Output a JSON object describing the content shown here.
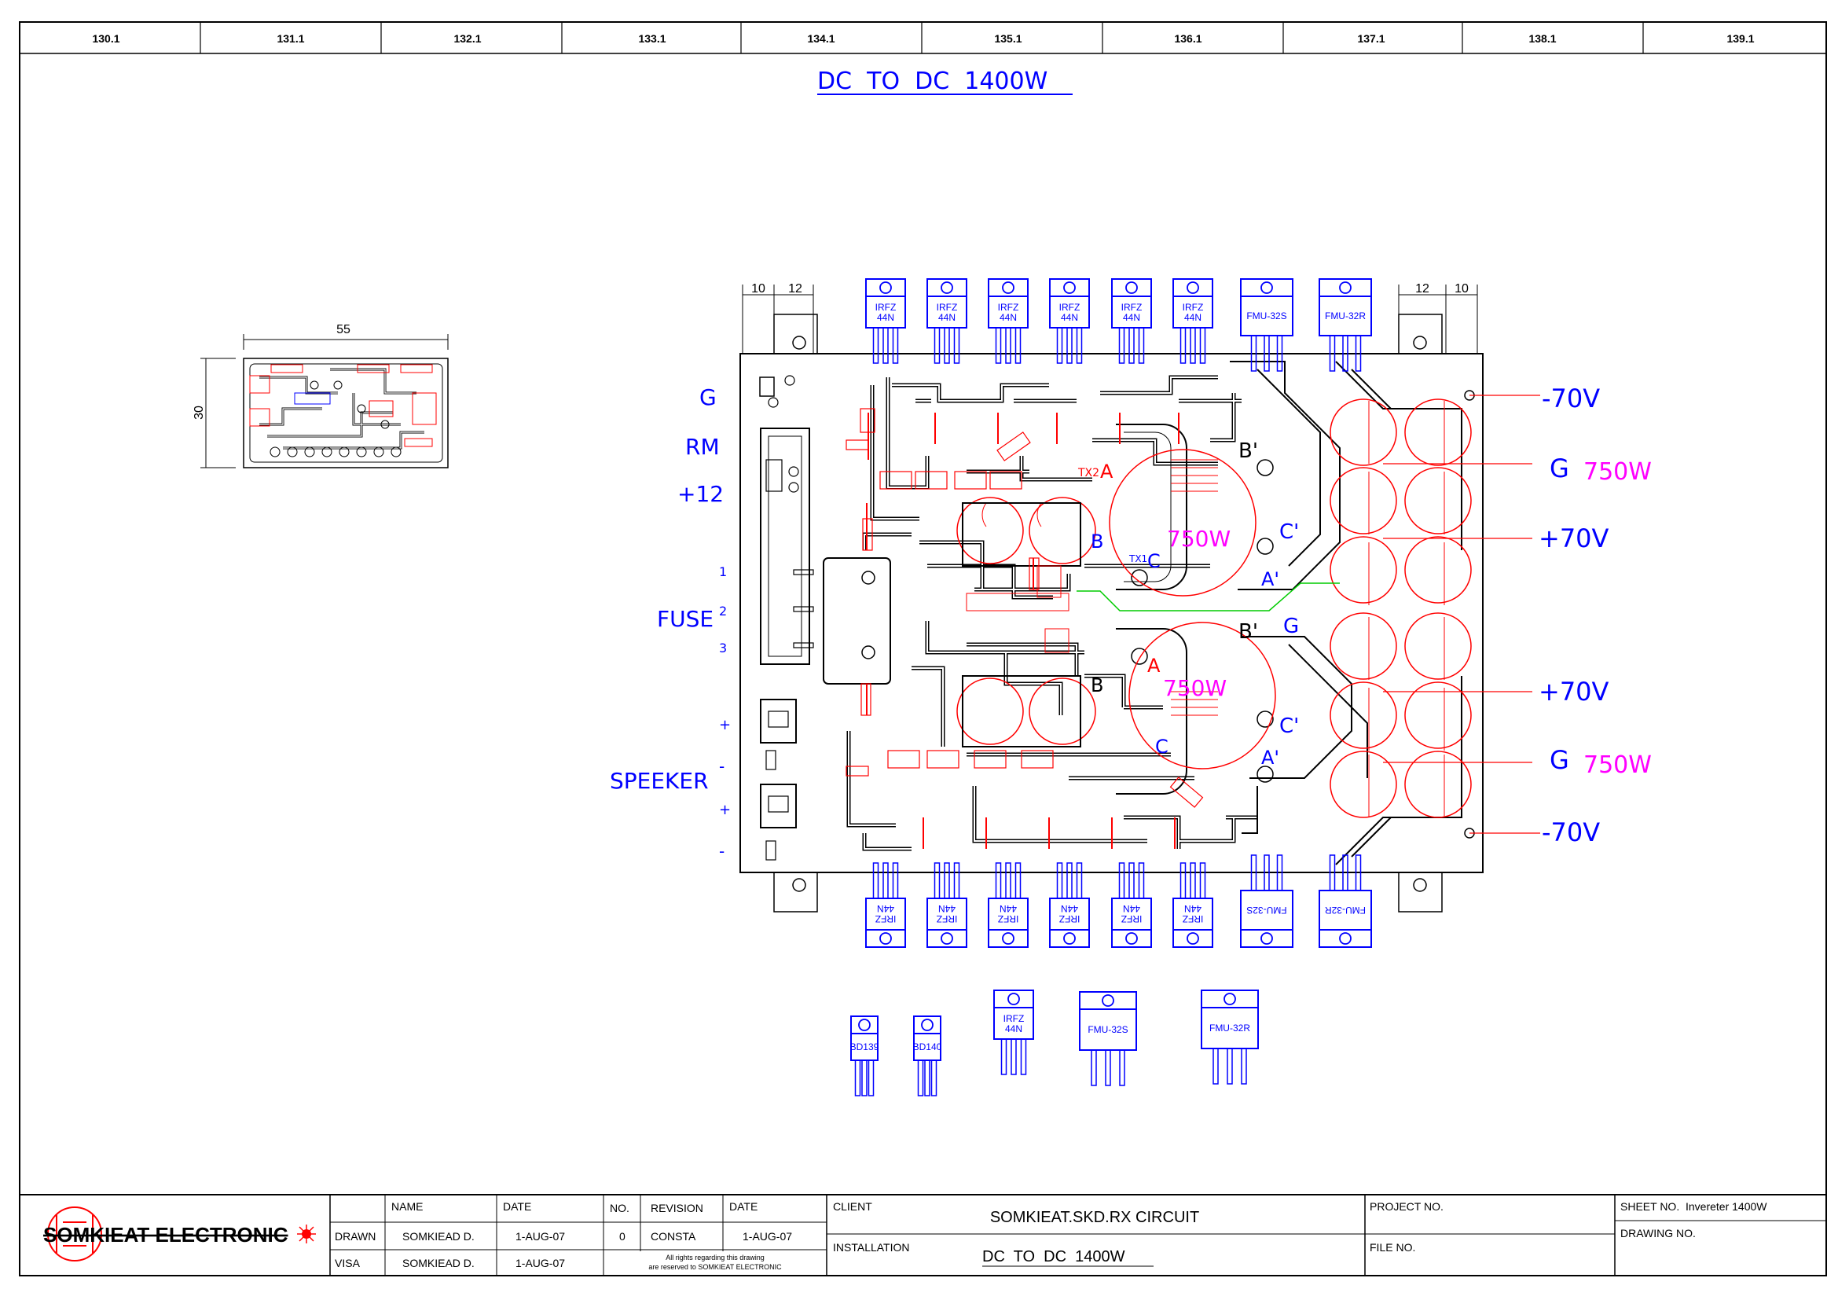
{
  "grid": {
    "columns": [
      "130.1",
      "131.1",
      "132.1",
      "133.1",
      "134.1",
      "135.1",
      "136.1",
      "137.1",
      "138.1",
      "139.1"
    ]
  },
  "drawing": {
    "title": "DC  TO  DC  1400W",
    "small_board": {
      "width_dim": "55",
      "height_dim": "30"
    },
    "main_board": {
      "dim_left": [
        "10",
        "12"
      ],
      "dim_right": [
        "12",
        "10"
      ]
    },
    "left_labels": {
      "g": "G",
      "rm": "RM",
      "plus12": "+12",
      "fuse": "FUSE",
      "fuse_pins": [
        "1",
        "2",
        "3"
      ],
      "speaker": "SPEEKER",
      "speaker_pins": [
        "+",
        "-",
        "+",
        "-"
      ]
    },
    "right_labels": [
      {
        "text": "-70V"
      },
      {
        "text": "G",
        "power": "750W"
      },
      {
        "text": "+70V"
      },
      {
        "text": "+70V"
      },
      {
        "text": "G",
        "power": "750W"
      },
      {
        "text": "-70V"
      }
    ],
    "transformer_labels": {
      "power": "750W",
      "a": "A",
      "b": "B",
      "c": "C",
      "b_prime": "B'",
      "c_prime": "C'",
      "a_prime": "A'",
      "tx_top": "TX2",
      "tx_mid": "TX1",
      "g": "G"
    },
    "top_components": [
      {
        "name": "IRFZ 44N"
      },
      {
        "name": "IRFZ 44N"
      },
      {
        "name": "IRFZ 44N"
      },
      {
        "name": "IRFZ 44N"
      },
      {
        "name": "IRFZ 44N"
      },
      {
        "name": "IRFZ 44N"
      },
      {
        "name": "FMU-32S"
      },
      {
        "name": "FMU-32R"
      }
    ],
    "bottom_components": [
      {
        "name": "IRFZ 44N"
      },
      {
        "name": "IRFZ 44N"
      },
      {
        "name": "IRFZ 44N"
      },
      {
        "name": "IRFZ 44N"
      },
      {
        "name": "IRFZ 44N"
      },
      {
        "name": "IRFZ 44N"
      },
      {
        "name": "FMU-32S"
      },
      {
        "name": "FMU-32R"
      }
    ],
    "legend_components": [
      {
        "name": "BD139"
      },
      {
        "name": "BD140"
      },
      {
        "name": "IRFZ 44N"
      },
      {
        "name": "FMU-32S"
      },
      {
        "name": "FMU-32R"
      }
    ]
  },
  "title_block": {
    "company": "SOMKIEAT ELECTRONIC",
    "headers": {
      "name": "NAME",
      "date": "DATE",
      "no": "NO.",
      "revision": "REVISION",
      "rev_date": "DATE"
    },
    "drawn": {
      "label": "DRAWN",
      "name": "SOMKIEAD D.",
      "date": "1-AUG-07",
      "no": "0",
      "revision": "CONSTA",
      "rev_date": "1-AUG-07"
    },
    "visa": {
      "label": "VISA",
      "name": "SOMKIEAD D.",
      "date": "1-AUG-07"
    },
    "rights_line1": "All rights regarding this drawing",
    "rights_line2": "are reserved to SOMKIEAT ELECTRONIC",
    "client_label": "CLIENT",
    "client_value": "SOMKIEAT.SKD.RX CIRCUIT",
    "installation_label": "INSTALLATION",
    "installation_value": "DC  TO  DC  1400W",
    "project_label": "PROJECT NO.",
    "file_label": "FILE NO.",
    "sheet_label": "SHEET NO.  Invereter 1400W",
    "drawing_label": "DRAWING NO."
  },
  "colors": {
    "blue": "#0000ff",
    "red": "#ff0000",
    "magenta": "#ff00ff",
    "green": "#00cc00",
    "black": "#000000"
  }
}
